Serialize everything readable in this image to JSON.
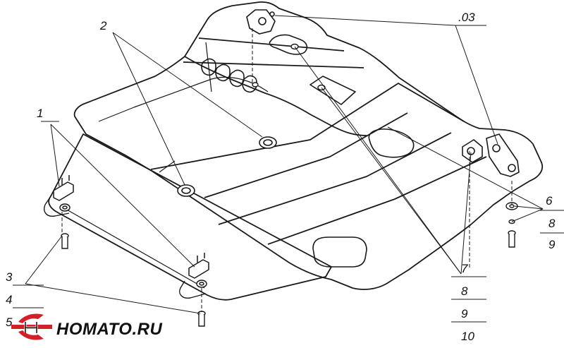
{
  "callouts": {
    "c1": "1",
    "c2": "2",
    "c03": ".03",
    "c3": "3",
    "c4": "4",
    "c5": "5",
    "c6": "6",
    "c7": "7",
    "c8a": "8",
    "c9a": "9",
    "c8b": "8",
    "c9b": "9",
    "c10": "10"
  },
  "logo": {
    "text": "HOMATO.RU"
  },
  "colors": {
    "line": "#1a1a1a",
    "logo_red": "#d0202a",
    "background": "#ffffff"
  },
  "icons": [
    "logo-emblem-icon"
  ]
}
